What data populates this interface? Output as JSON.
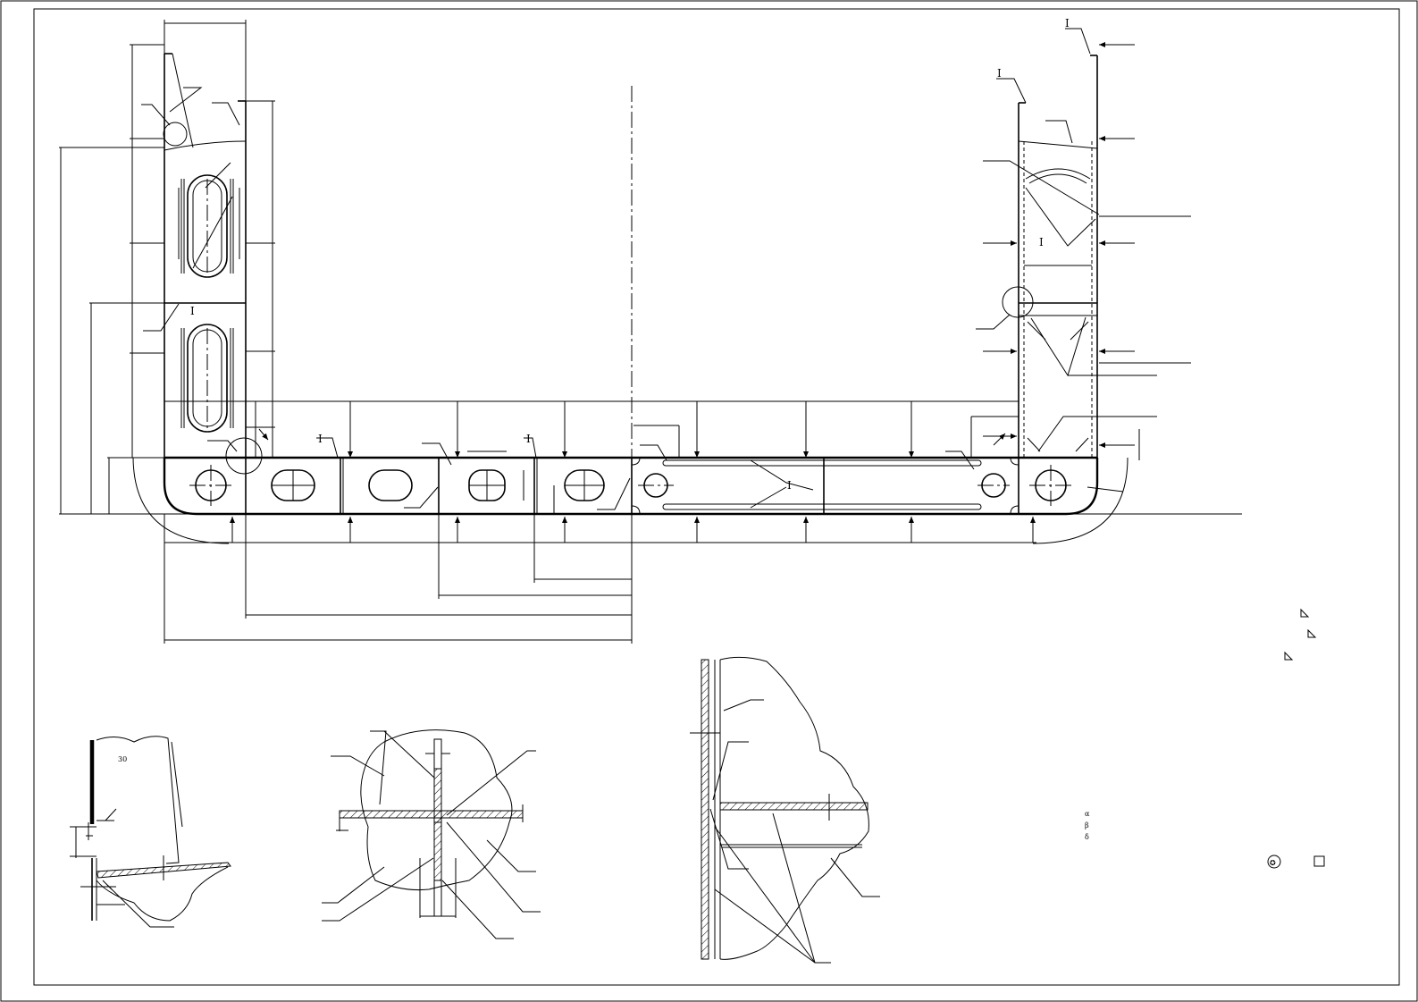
{
  "leaders": {
    "mark": "I"
  },
  "detail": {
    "scale_note": "30"
  },
  "greek": {
    "alpha": "α",
    "beta": "β",
    "delta": "δ"
  },
  "stamps": {
    "symbol": "✪"
  }
}
